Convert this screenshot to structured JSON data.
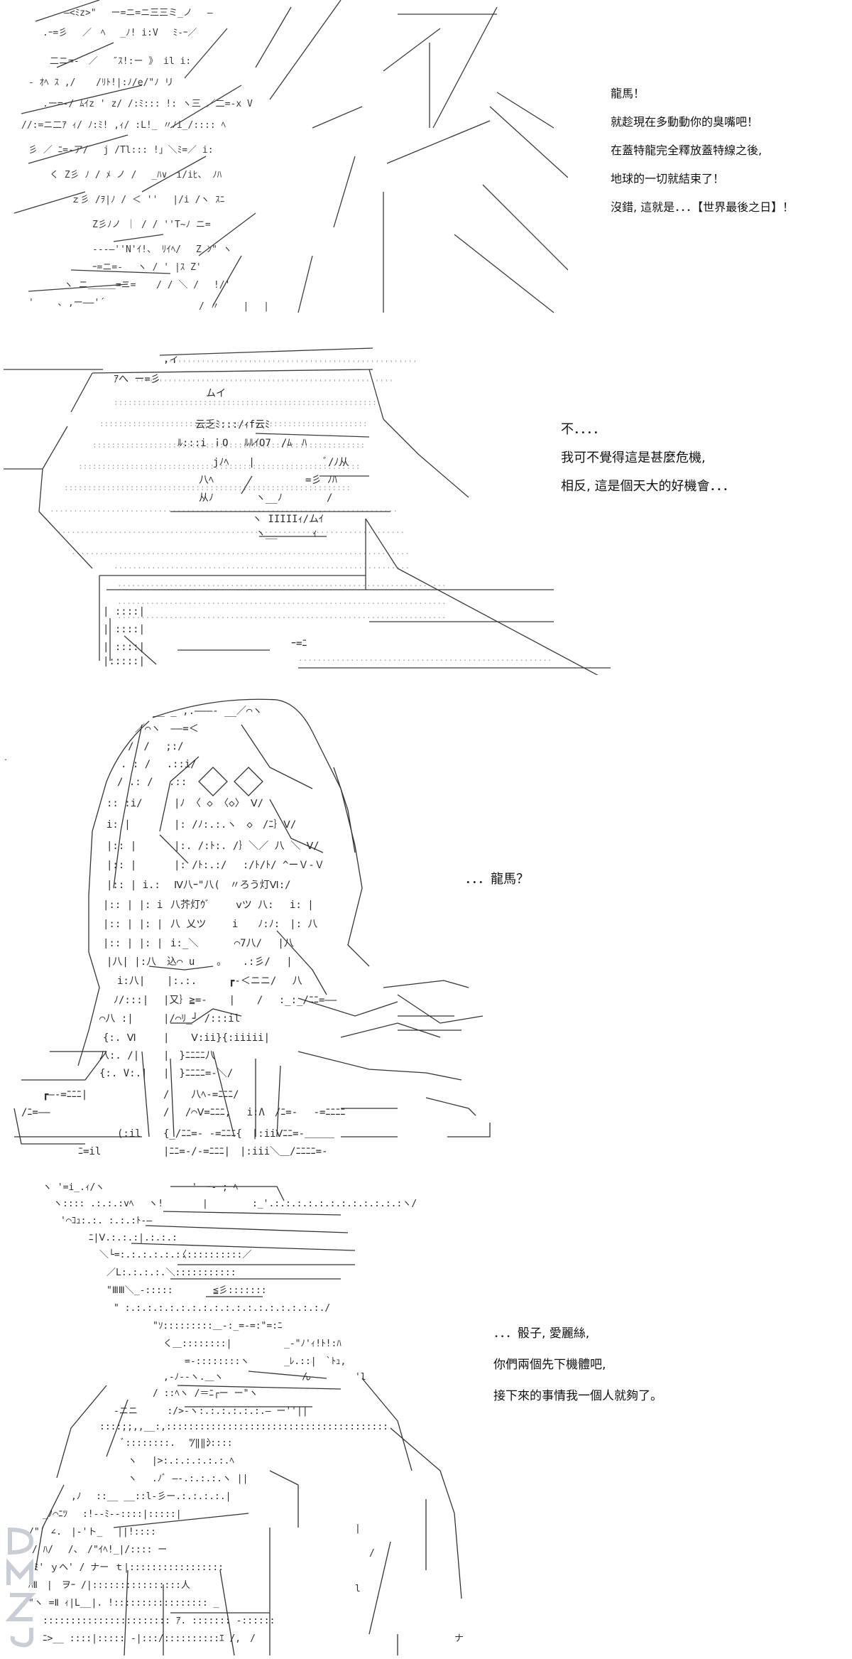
{
  "panels": [
    {
      "dialog": [
        "龍馬！",
        "就趁現在多動動你的臭嘴吧！",
        "在蓋特龍完全釋放蓋特線之後,",
        "地球的一切就結束了！",
        "沒錯, 這就是．．．【世界最後之日】！"
      ]
    },
    {
      "dialog": [
        "不．．．．",
        "我可不覺得這是甚麼危機,",
        "相反, 這是個天大的好機會．．．"
      ]
    },
    {
      "dialog": [
        "．．．龍馬？"
      ]
    },
    {
      "dialog": [
        "．．．骰子, 愛麗絲,",
        "你們兩個先下機體吧,",
        "接下來的事情我一個人就夠了。"
      ]
    }
  ],
  "watermark": {
    "text": "DMZJ",
    "color": "#c9ced6"
  },
  "art_color": "#2a2a2a"
}
